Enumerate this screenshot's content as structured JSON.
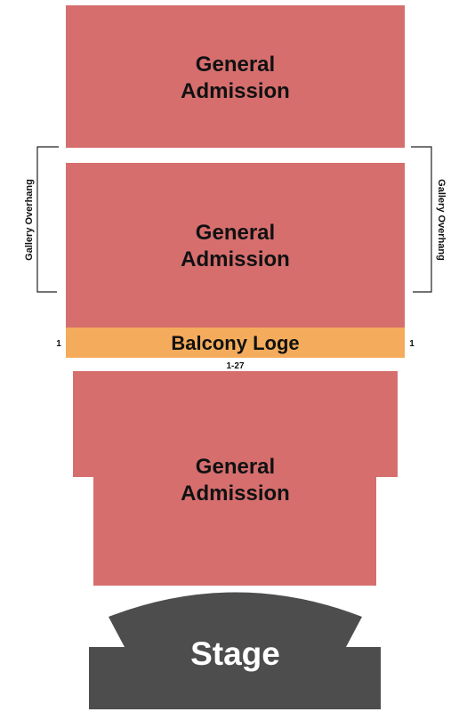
{
  "colors": {
    "general_admission": "#d66e6e",
    "balcony_loge": "#f4ac5c",
    "stage": "#4d4d4d",
    "bracket": "#222222"
  },
  "sections": {
    "upper_ga": {
      "line1": "General",
      "line2": "Admission"
    },
    "middle_ga": {
      "line1": "General",
      "line2": "Admission"
    },
    "balcony_loge": {
      "label": "Balcony Loge",
      "left_seat": "1",
      "right_seat": "1",
      "row_range": "1-27"
    },
    "floor_ga": {
      "line1": "General",
      "line2": "Admission"
    }
  },
  "annotations": {
    "left_overhang": "Gallery Overhang",
    "right_overhang": "Gallery Overhang"
  },
  "stage": {
    "label": "Stage"
  }
}
